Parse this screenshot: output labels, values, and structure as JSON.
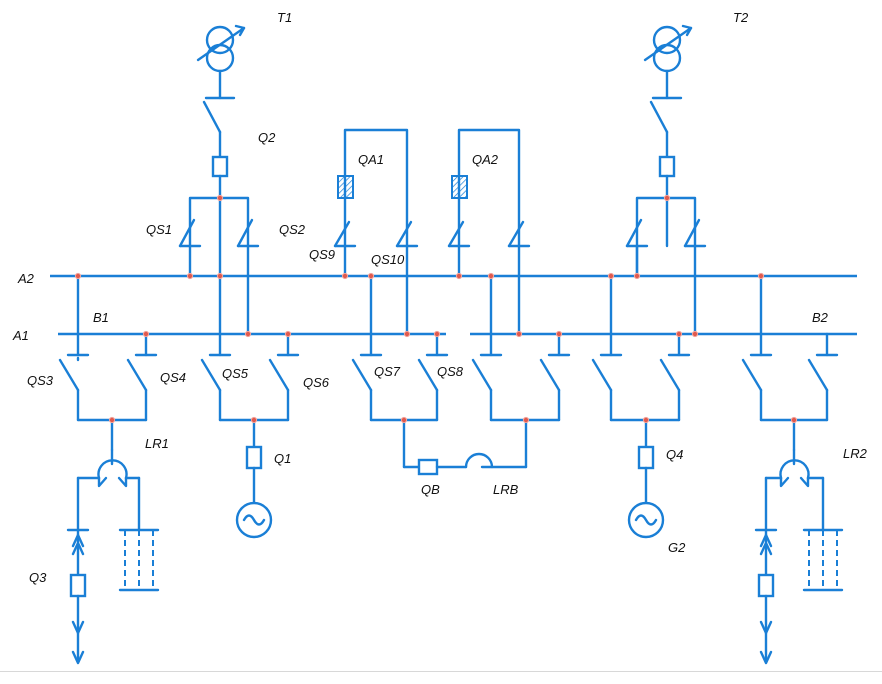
{
  "labels": {
    "T1": "T1",
    "T2": "T2",
    "Q2": "Q2",
    "QA1": "QA1",
    "QA2": "QA2",
    "QS1": "QS1",
    "QS2": "QS2",
    "QS9": "QS9",
    "QS10": "QS10",
    "A2": "A2",
    "A1": "A1",
    "B1": "B1",
    "B2": "B2",
    "QS3": "QS3",
    "QS4": "QS4",
    "QS5": "QS5",
    "QS6": "QS6",
    "QS7": "QS7",
    "QS8": "QS8",
    "LR1": "LR1",
    "LR2": "LR2",
    "Q1": "Q1",
    "Q3": "Q3",
    "Q4": "Q4",
    "QB": "QB",
    "LRB": "LRB",
    "G2": "G2"
  },
  "colors": {
    "wire": "#1a7fd6",
    "junction": "#e05a4e",
    "text": "#111111"
  }
}
